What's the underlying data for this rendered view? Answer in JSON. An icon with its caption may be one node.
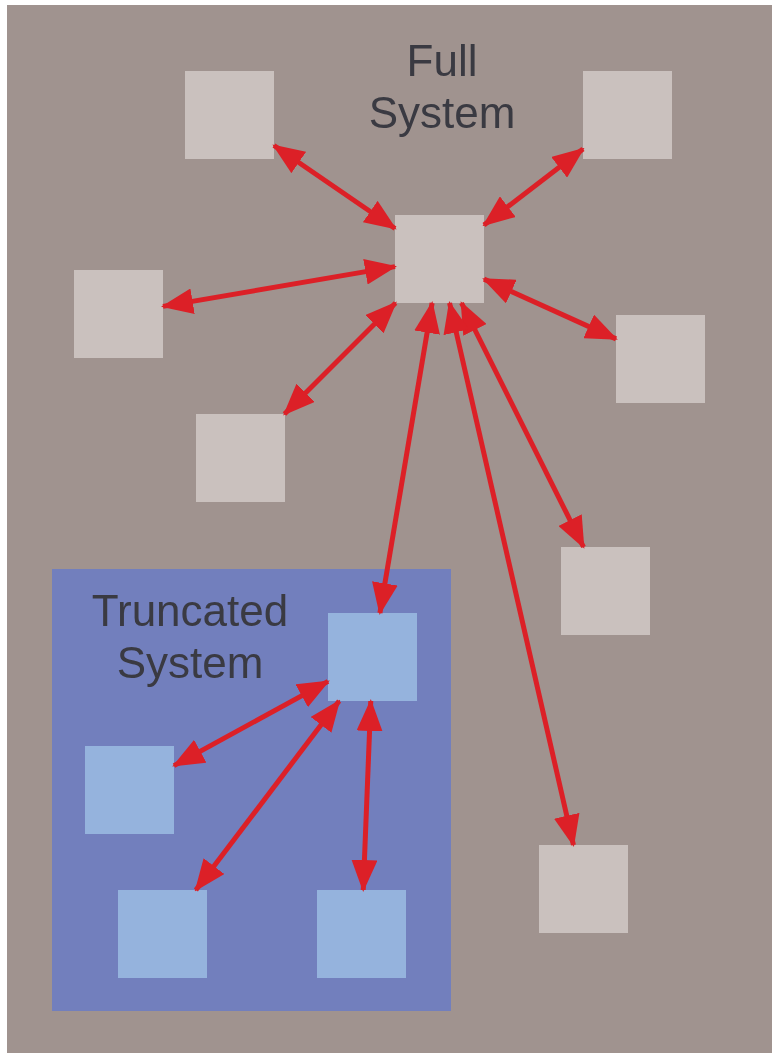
{
  "diagram": {
    "nodes": [
      {
        "text": [
          "Full System"
        ]
      },
      {
        "text": [],
        "shape": "box",
        "in": 0
      },
      {
        "text": [],
        "shape": "box",
        "in": 0
      },
      {
        "text": [],
        "shape": "box",
        "in": 0
      },
      {
        "text": [],
        "shape": "box",
        "in": 0
      },
      {
        "text": [],
        "shape": "box",
        "in": 0
      },
      {
        "text": [],
        "shape": "box",
        "in": 0
      },
      {
        "text": [],
        "shape": "box",
        "in": 0
      },
      {
        "text": [
          "Truncated System"
        ],
        "in": 0
      },
      {
        "text": [],
        "shape": "box",
        "in": 8
      },
      {
        "text": [],
        "shape": "box",
        "in": 8
      },
      {
        "text": [],
        "shape": "box",
        "in": 8
      },
      {
        "text": [],
        "shape": "box",
        "in": 8
      },
      {
        "text": [],
        "shape": "box",
        "in": 0
      }
    ],
    "edges": [
      {
        "from": 3,
        "to": 1,
        "arrow": "both"
      },
      {
        "from": 3,
        "to": 2,
        "arrow": "both"
      },
      {
        "from": 3,
        "to": 4,
        "arrow": "both"
      },
      {
        "from": 3,
        "to": 5,
        "arrow": "both"
      },
      {
        "from": 3,
        "to": 6,
        "arrow": "both"
      },
      {
        "from": 3,
        "to": 7,
        "arrow": "both"
      },
      {
        "from": 3,
        "to": 9,
        "arrow": "both"
      },
      {
        "from": 3,
        "to": 13,
        "arrow": "both"
      },
      {
        "from": 9,
        "to": 10,
        "arrow": "both"
      },
      {
        "from": 9,
        "to": 11,
        "arrow": "both"
      },
      {
        "from": 9,
        "to": 12,
        "arrow": "both"
      }
    ]
  }
}
